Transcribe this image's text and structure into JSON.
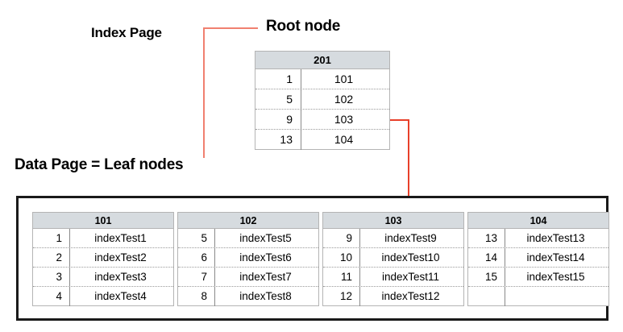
{
  "labels": {
    "index_page": "Index Page",
    "root_node": "Root node",
    "data_page": "Data Page = Leaf nodes"
  },
  "colors": {
    "header_fill": "#d6dbdf",
    "table_border": "#b4b4b4",
    "container_border": "#1a1a1a",
    "arrow_red": "#e8402a",
    "connector_salmon": "#f08070",
    "text": "#000000"
  },
  "root": {
    "page_id": "201",
    "rows": [
      {
        "key": "1",
        "value": "101"
      },
      {
        "key": "5",
        "value": "102"
      },
      {
        "key": "9",
        "value": "103"
      },
      {
        "key": "13",
        "value": "104"
      }
    ]
  },
  "leaves": [
    {
      "page_id": "101",
      "rows": [
        {
          "key": "1",
          "value": "indexTest1"
        },
        {
          "key": "2",
          "value": "indexTest2"
        },
        {
          "key": "3",
          "value": "indexTest3"
        },
        {
          "key": "4",
          "value": "indexTest4"
        }
      ]
    },
    {
      "page_id": "102",
      "rows": [
        {
          "key": "5",
          "value": "indexTest5"
        },
        {
          "key": "6",
          "value": "indexTest6"
        },
        {
          "key": "7",
          "value": "indexTest7"
        },
        {
          "key": "8",
          "value": "indexTest8"
        }
      ]
    },
    {
      "page_id": "103",
      "rows": [
        {
          "key": "9",
          "value": "indexTest9"
        },
        {
          "key": "10",
          "value": "indexTest10"
        },
        {
          "key": "11",
          "value": "indexTest11"
        },
        {
          "key": "12",
          "value": "indexTest12"
        }
      ]
    },
    {
      "page_id": "104",
      "rows": [
        {
          "key": "13",
          "value": "indexTest13"
        },
        {
          "key": "14",
          "value": "indexTest14"
        },
        {
          "key": "15",
          "value": "indexTest15"
        },
        {
          "key": "",
          "value": ""
        }
      ]
    }
  ]
}
